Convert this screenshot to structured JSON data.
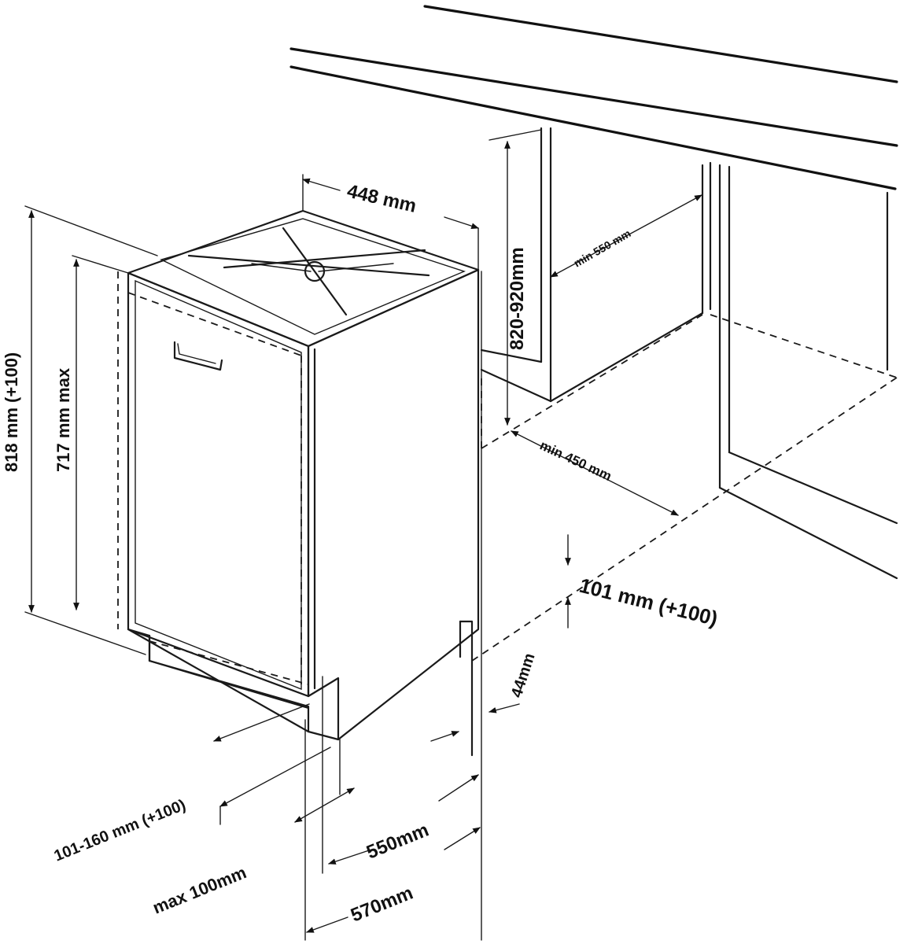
{
  "labels": {
    "width_448": "448 mm",
    "height_818": "818 mm (+100)",
    "height_717": "717 mm max",
    "niche_height": "820-920mm",
    "niche_depth": "min 550 mm",
    "niche_width": "min 450 mm",
    "plinth_101_right": "101 mm (+100)",
    "plinth_44": "44mm",
    "plinth_range": "101-160 mm (+100)",
    "max_100": "max 100mm",
    "depth_550": "550mm",
    "depth_570": "570mm"
  }
}
